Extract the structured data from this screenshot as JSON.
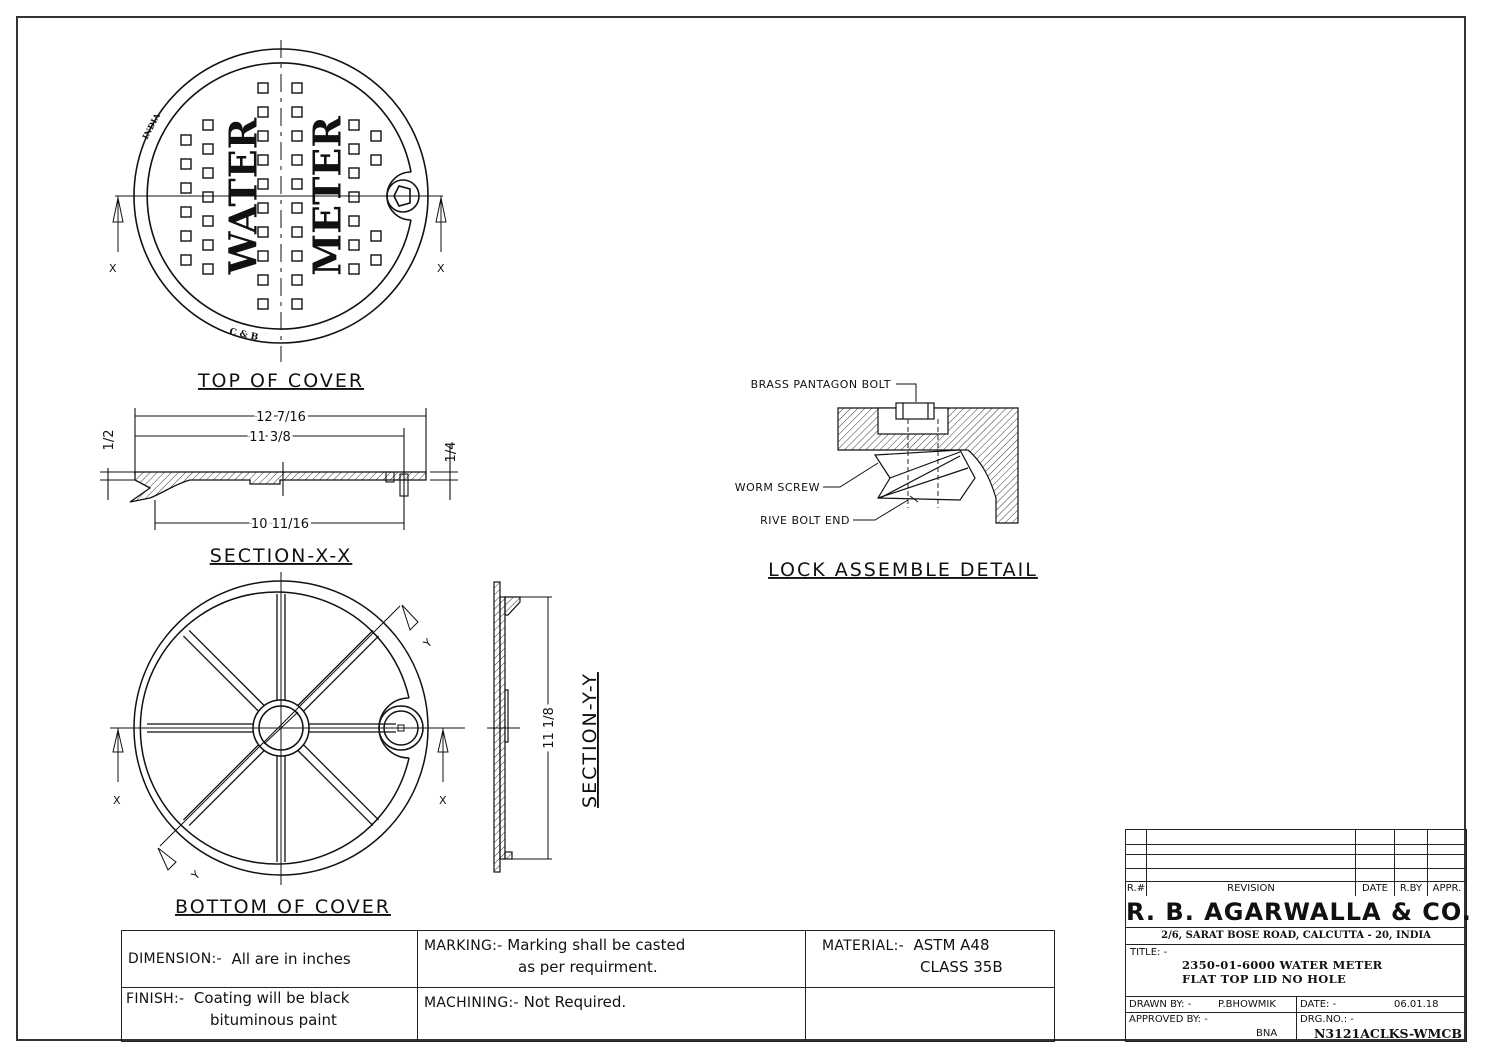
{
  "views": {
    "top_cover": {
      "title": "TOP OF COVER",
      "cast_text_left": "WATER",
      "cast_text_right": "METER",
      "rim_mark_top": "INDIA",
      "rim_mark_bottom": "C & B",
      "section_mark": "X"
    },
    "section_x": {
      "title": "SECTION-X-X",
      "dim_overall": "12 7/16",
      "dim_inner": "11 3/8",
      "dim_bottom": "10 11/16",
      "dim_left_height": "1/2",
      "dim_right_thickness": "1/4"
    },
    "bottom_cover": {
      "title": "BOTTOM OF COVER",
      "section_mark_x": "X",
      "section_mark_y": "Y"
    },
    "section_y": {
      "title": "SECTION-Y-Y",
      "dim_length": "11 1/8"
    },
    "lock_detail": {
      "title": "LOCK ASSEMBLE DETAIL",
      "callouts": [
        "BRASS PANTAGON BOLT",
        "WORM SCREW",
        "RIVE BOLT END"
      ]
    }
  },
  "notes": {
    "dimension_label": "DIMENSION:-",
    "dimension_value": "All are in inches",
    "marking_label": "MARKING:-",
    "marking_value_1": "Marking shall be casted",
    "marking_value_2": "as per requirment.",
    "material_label": "MATERIAL:-",
    "material_value_1": "ASTM A48",
    "material_value_2": "CLASS 35B",
    "finish_label": "FINISH:-",
    "finish_value_1": "Coating will be black",
    "finish_value_2": "bituminous paint",
    "machining_label": "MACHINING:-",
    "machining_value": "Not Required."
  },
  "title_block": {
    "revision_headers": [
      "R.#",
      "REVISION",
      "DATE",
      "R.BY",
      "APPR."
    ],
    "company": "R. B. AGARWALLA & CO.",
    "address": "2/6, SARAT BOSE ROAD, CALCUTTA - 20, INDIA",
    "title_label": "TITLE: -",
    "title_line_1": "2350-01-6000 WATER METER",
    "title_line_2": "FLAT TOP LID NO HOLE",
    "drawn_by_label": "DRAWN BY: -",
    "drawn_by": "P.BHOWMIK",
    "date_label": "DATE: -",
    "date": "06.01.18",
    "approved_by_label": "APPROVED BY: -",
    "approved_by": "BNA",
    "drg_no_label": "DRG.NO.: -",
    "drg_no": "N3121ACLKS-WMCB"
  }
}
